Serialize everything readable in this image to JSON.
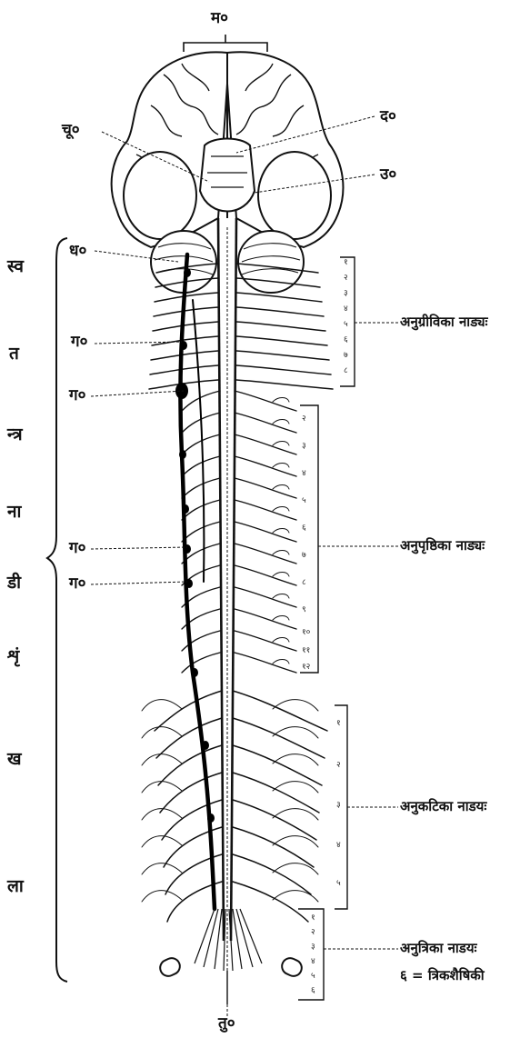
{
  "labels": {
    "top": "म०",
    "left_chu": "चू०",
    "right_da": "द०",
    "right_u": "उ०",
    "dha": "ध०",
    "ga": [
      "ग०",
      "ग०",
      "ग०",
      "ग०"
    ],
    "bottom": "तु०"
  },
  "side_word": [
    "स्व",
    "त",
    "न्त्र",
    "ना",
    "डी",
    "शृं",
    "ख",
    "ला"
  ],
  "groups": {
    "cervical": "अनुग्रीविका नाड्यः",
    "thoracic": "अनुपृष्ठिका नाड्यः",
    "lumbar": "अनुकटिका नाडयः",
    "sacral": "अनुत्रिका नाडयः",
    "sacral_note": "६ = त्रिकशैषिकी"
  },
  "numbers": {
    "cervical": [
      "१",
      "२",
      "३",
      "४",
      "५",
      "६",
      "७",
      "८"
    ],
    "thoracic": [
      "२",
      "३",
      "४",
      "५",
      "६",
      "७",
      "८",
      "९",
      "१०",
      "११",
      "१२"
    ],
    "lumbar": [
      "१",
      "२",
      "३",
      "४",
      "५"
    ],
    "sacral": [
      "१",
      "२",
      "३",
      "४",
      "५",
      "६"
    ]
  }
}
